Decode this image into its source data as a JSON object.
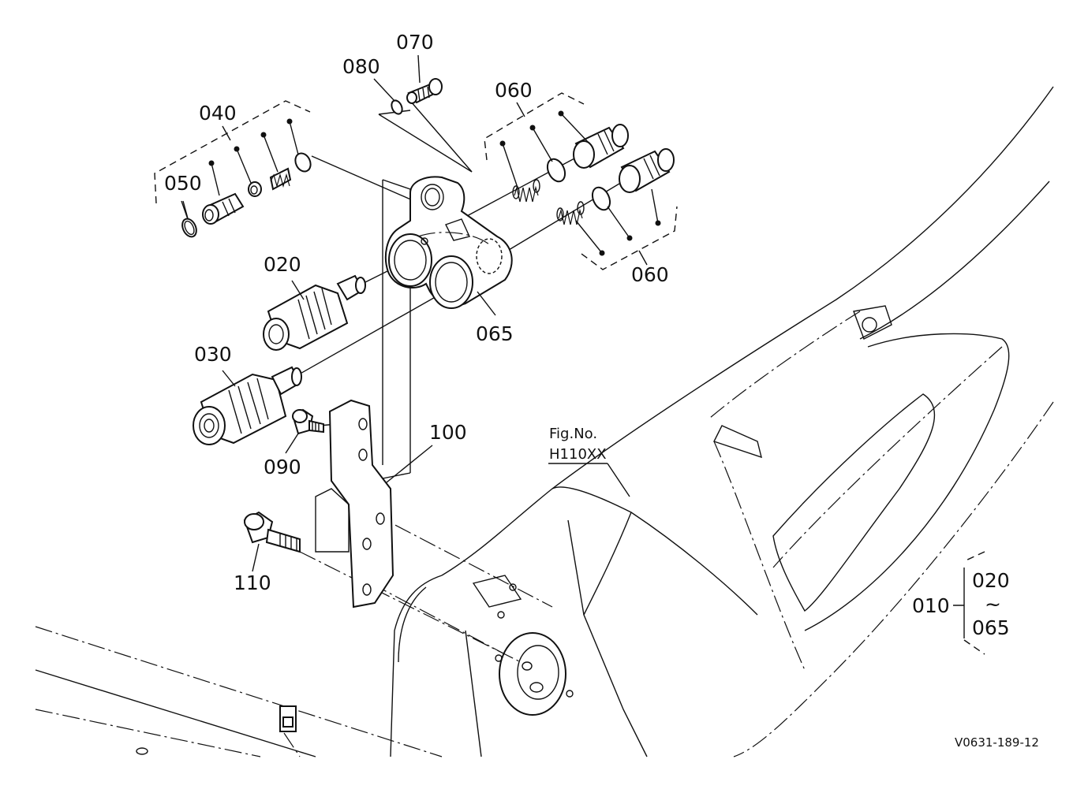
{
  "labels": {
    "p070": "070",
    "p080": "080",
    "p040": "040",
    "p050": "050",
    "p060a": "060",
    "p060b": "060",
    "p020": "020",
    "p030": "030",
    "p065": "065",
    "p090": "090",
    "p100": "100",
    "p110": "110",
    "p010": "010",
    "range_from": "020",
    "range_sep": "~",
    "range_to": "065"
  },
  "figref": {
    "line1": "Fig.No.",
    "line2": "H110XX"
  },
  "drawing_code": "V0631-189-12"
}
